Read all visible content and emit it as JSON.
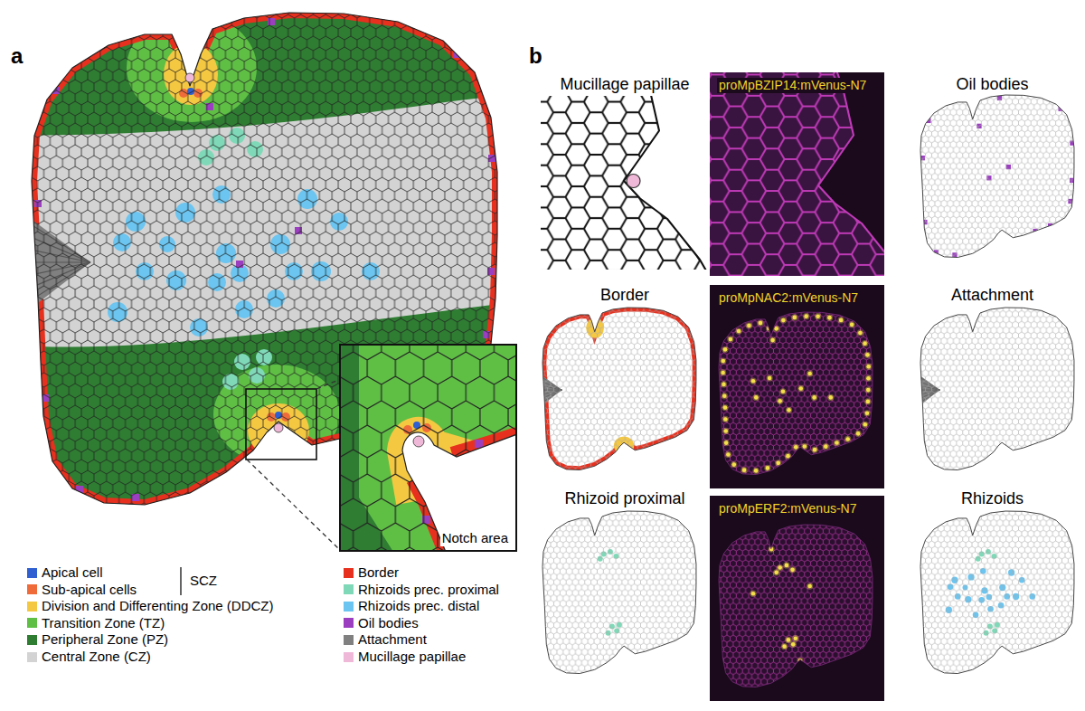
{
  "diagram": {
    "nodes": [
      {
        "text": [
          "Notch area"
        ]
      },
      {
        "text": [
          "Mucillage papillae"
        ]
      },
      {
        "text": [
          "proMpBZIP14:mVenus-N7"
        ]
      },
      {
        "text": [
          "Oil bodies"
        ]
      },
      {
        "text": [
          "Border"
        ]
      },
      {
        "text": [
          "proMpNAC2:mVenus-N7"
        ]
      },
      {
        "text": [
          "Attachment"
        ]
      },
      {
        "text": [
          "Rhizoid proximal"
        ]
      },
      {
        "text": [
          "proMpERF2:mVenus-N7"
        ]
      },
      {
        "text": [
          "Rhizoids"
        ]
      }
    ],
    "labels": [
      "a",
      "b",
      "SCZ"
    ],
    "legend": [
      {
        "text": "Apical cell",
        "color": "#2f5fd0"
      },
      {
        "text": "Sub-apical cells",
        "color": "#ef6c3a"
      },
      {
        "text": "Division and Differenting Zone (DDCZ)",
        "color": "#f5c842"
      },
      {
        "text": "Transition Zone (TZ)",
        "color": "#5fbf45"
      },
      {
        "text": "Peripheral Zone (PZ)",
        "color": "#2e7d32"
      },
      {
        "text": "Central Zone (CZ)",
        "color": "#d3d3d3"
      },
      {
        "text": "Border",
        "color": "#e8301e"
      },
      {
        "text": "Rhizoids prec. proximal",
        "color": "#7fd9b8"
      },
      {
        "text": "Rhizoids prec. distal",
        "color": "#6bc5f0"
      },
      {
        "text": "Oil bodies",
        "color": "#9b3fc0"
      },
      {
        "text": "Attachment",
        "color": "#808080"
      },
      {
        "text": "Mucillage papillae",
        "color": "#f0b8d8"
      }
    ]
  }
}
